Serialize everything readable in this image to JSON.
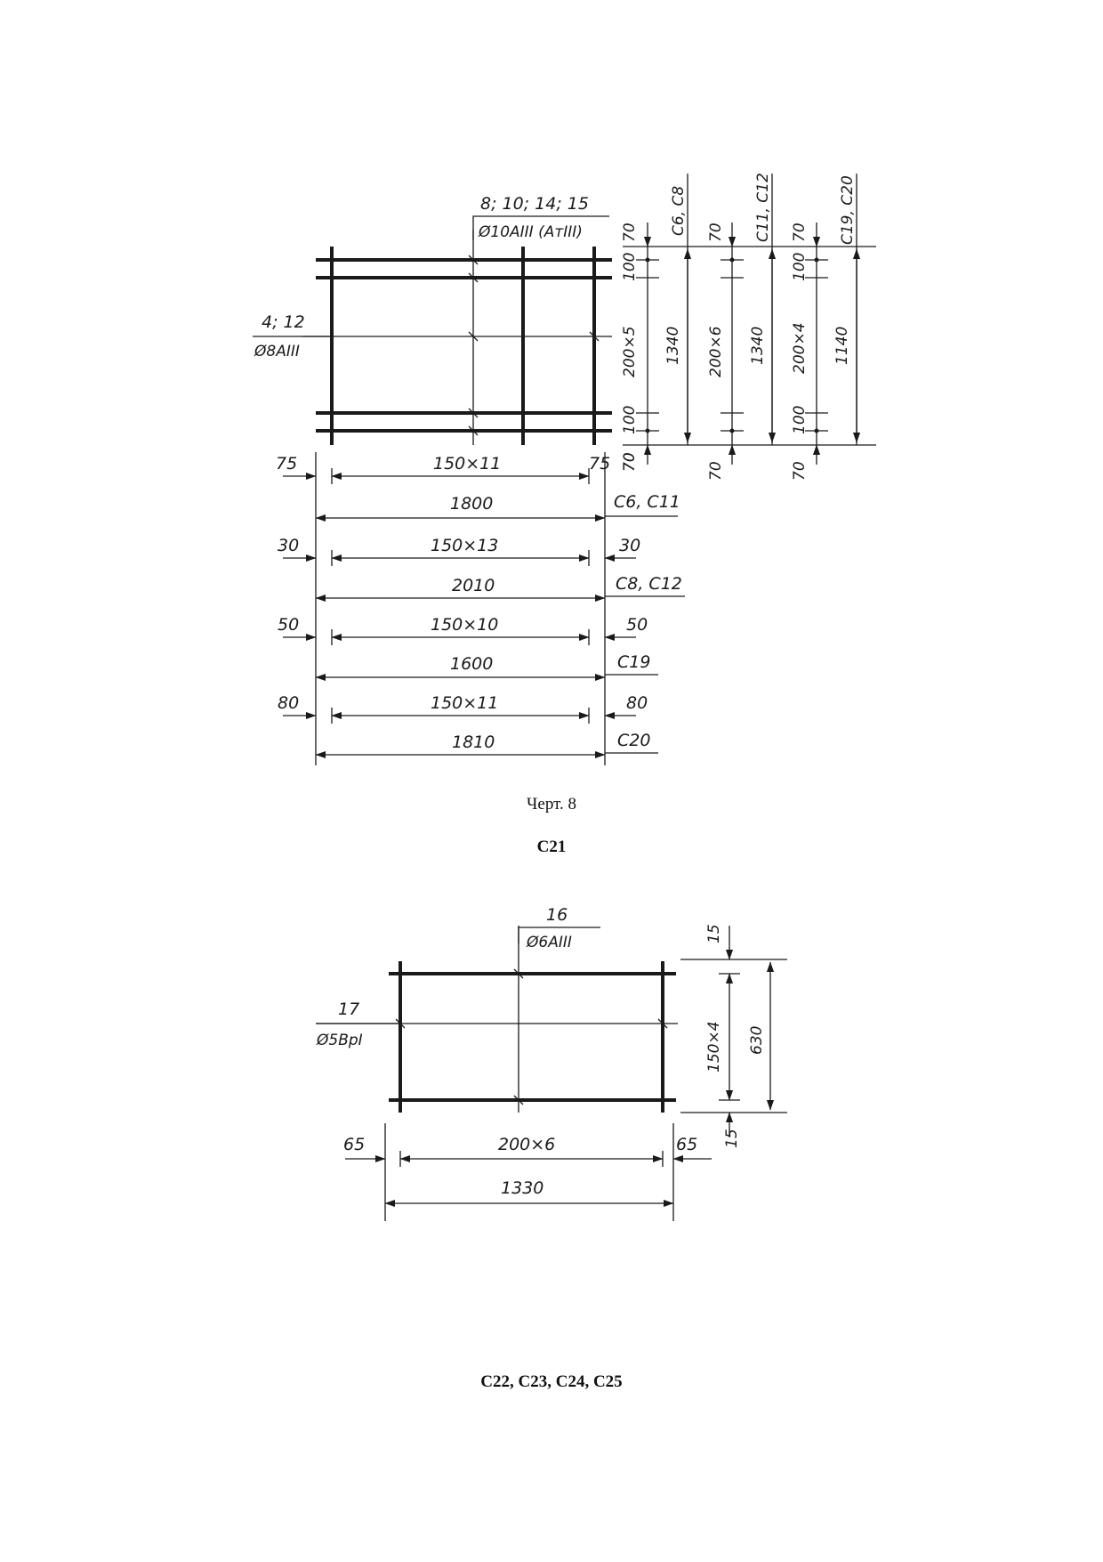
{
  "figure1": {
    "caption": "Черт. 8",
    "leaders": {
      "top_bars_pos": "8; 10; 14; 15",
      "top_bars_spec": "Ø10АIII (АтIII)",
      "side_bars_pos": "4; 12",
      "side_bars_spec": "Ø8АIII"
    },
    "column_labels": [
      "С6, С8",
      "С11, С12",
      "С19, С20"
    ],
    "vertical_dims": {
      "top_offset": "70",
      "bottom_offset": "70",
      "edge_spacing": "100",
      "columns": [
        {
          "middle": "200×5",
          "total": "1340"
        },
        {
          "middle": "200×6",
          "total": "1340"
        },
        {
          "middle": "200×4",
          "total": "1140"
        }
      ]
    },
    "horizontal_dims": [
      {
        "left": "75",
        "pitch": "150×11",
        "right": "75",
        "total": "1800",
        "marks": "С6, С11"
      },
      {
        "left": "30",
        "pitch": "150×13",
        "right": "30",
        "total": "2010",
        "marks": "С8, С12"
      },
      {
        "left": "50",
        "pitch": "150×10",
        "right": "50",
        "total": "1600",
        "marks": "С19"
      },
      {
        "left": "80",
        "pitch": "150×11",
        "right": "80",
        "total": "1810",
        "marks": "С20"
      }
    ]
  },
  "section_c21": {
    "title": "С21",
    "leaders": {
      "top_pos": "16",
      "top_spec": "Ø6АIII",
      "side_pos": "17",
      "side_spec": "Ø5ВрI"
    },
    "vertical_dims": {
      "top": "15",
      "middle": "150×4",
      "bottom": "15",
      "total": "630"
    },
    "horizontal_dims": {
      "left": "65",
      "pitch": "200×6",
      "right": "65",
      "total": "1330"
    }
  },
  "next_section_title": "С22, С23, С24, С25"
}
